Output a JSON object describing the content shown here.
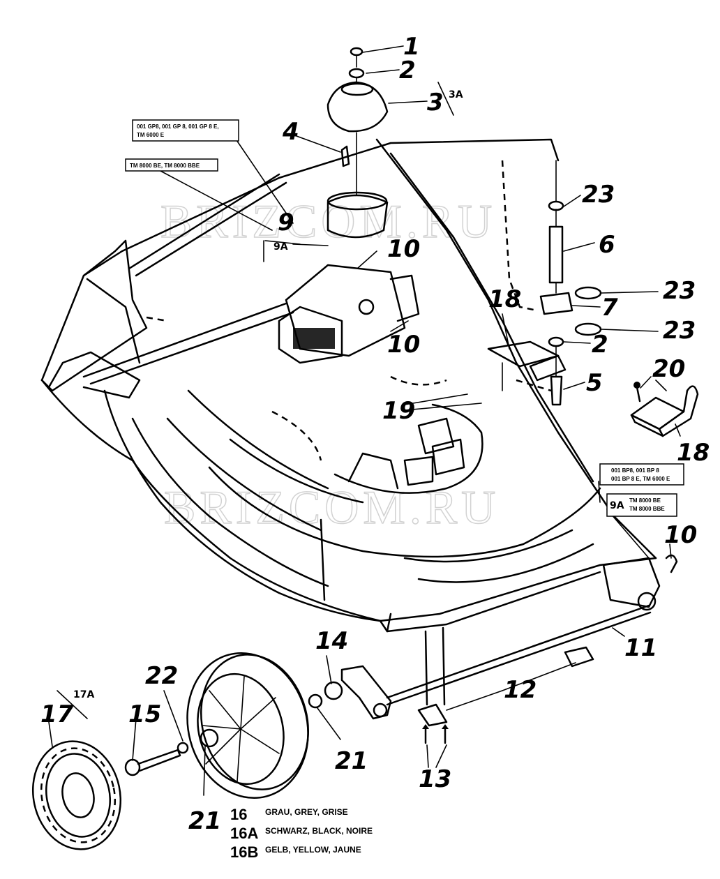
{
  "watermark": "BRIZCOM.RU",
  "callouts": {
    "c1": "1",
    "c2a": "2",
    "c3": "3",
    "c3a": "3A",
    "c4": "4",
    "c5": "5",
    "c6": "6",
    "c7": "7",
    "c2b": "2",
    "c23a": "23",
    "c23b": "23",
    "c23c": "23",
    "c18a": "18",
    "c9": "9",
    "c9a": "9A",
    "c10a": "10",
    "c10b": "10",
    "c19": "19",
    "c20": "20",
    "c18b": "18",
    "c10c": "10",
    "c11": "11",
    "c12": "12",
    "c13": "13",
    "c14": "14",
    "c22": "22",
    "c17a": "17A",
    "c17": "17",
    "c15": "15",
    "c21a": "21",
    "c21b": "21"
  },
  "label_boxes": {
    "box_top_upper": [
      "001 GP8, 001 GP 8, 001 GP 8 E,",
      "TM 6000 E"
    ],
    "box_top_lower": "TM 8000 BE, TM 8000 BBE",
    "box_right_upper": [
      "001 BP8, 001 BP 8",
      "001 BP 8 E, TM 6000 E"
    ],
    "box_right_9a_num": "9A",
    "box_right_lower": [
      "TM 8000 BE",
      "TM 8000 BBE"
    ]
  },
  "legend": [
    {
      "num": "16",
      "text": "GRAU, GREY, GRISE"
    },
    {
      "num": "16A",
      "text": "SCHWARZ, BLACK, NOIRE"
    },
    {
      "num": "16B",
      "text": "GELB, YELLOW, JAUNE"
    }
  ]
}
